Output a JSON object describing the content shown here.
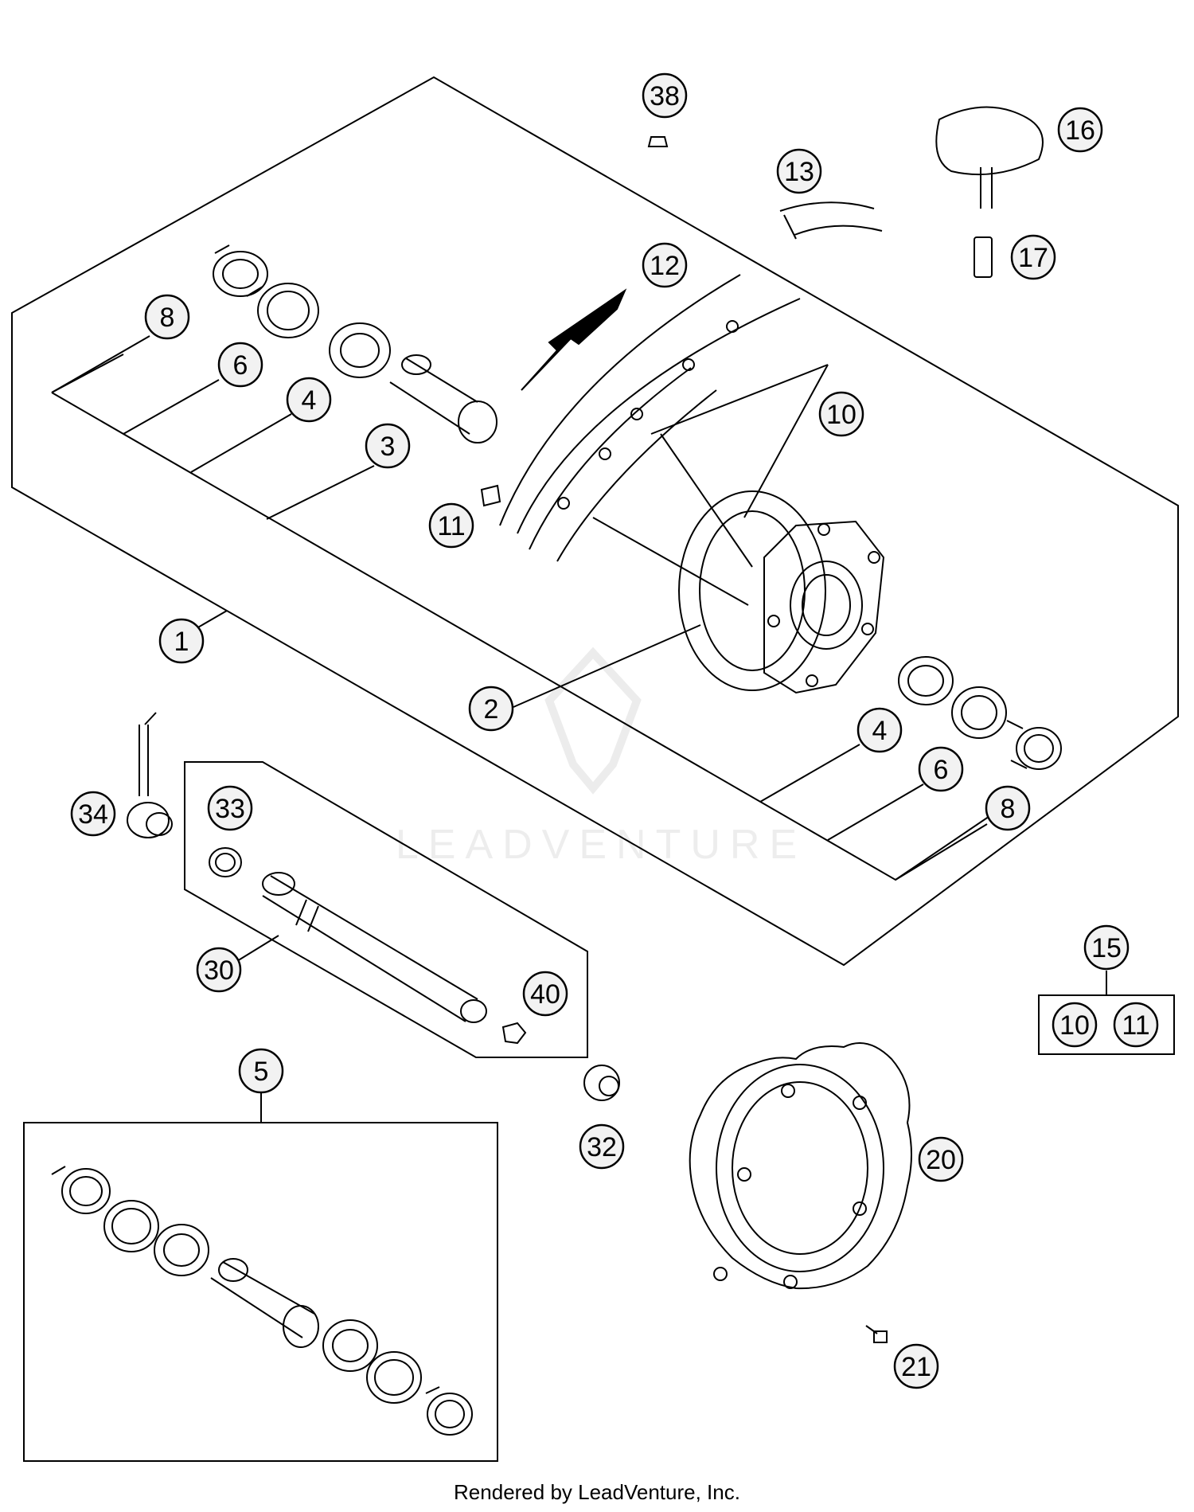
{
  "footer": {
    "credit": "Rendered by LeadVenture, Inc."
  },
  "watermark": {
    "text": "LEADVENTURE"
  },
  "callouts": {
    "c1": "1",
    "c2": "2",
    "c3": "3",
    "c4a": "4",
    "c4b": "4",
    "c5": "5",
    "c6a": "6",
    "c6b": "6",
    "c8a": "8",
    "c8b": "8",
    "c10a": "10",
    "c10b": "10",
    "c11a": "11",
    "c11b": "11",
    "c12": "12",
    "c13": "13",
    "c15": "15",
    "c16": "16",
    "c17": "17",
    "c20": "20",
    "c21": "21",
    "c30": "30",
    "c32": "32",
    "c33": "33",
    "c34": "34",
    "c38": "38",
    "c40": "40"
  },
  "colors": {
    "line": "#000000",
    "callout_fill": "#f2f2f2",
    "background": "#ffffff",
    "watermark": "#ececec"
  }
}
